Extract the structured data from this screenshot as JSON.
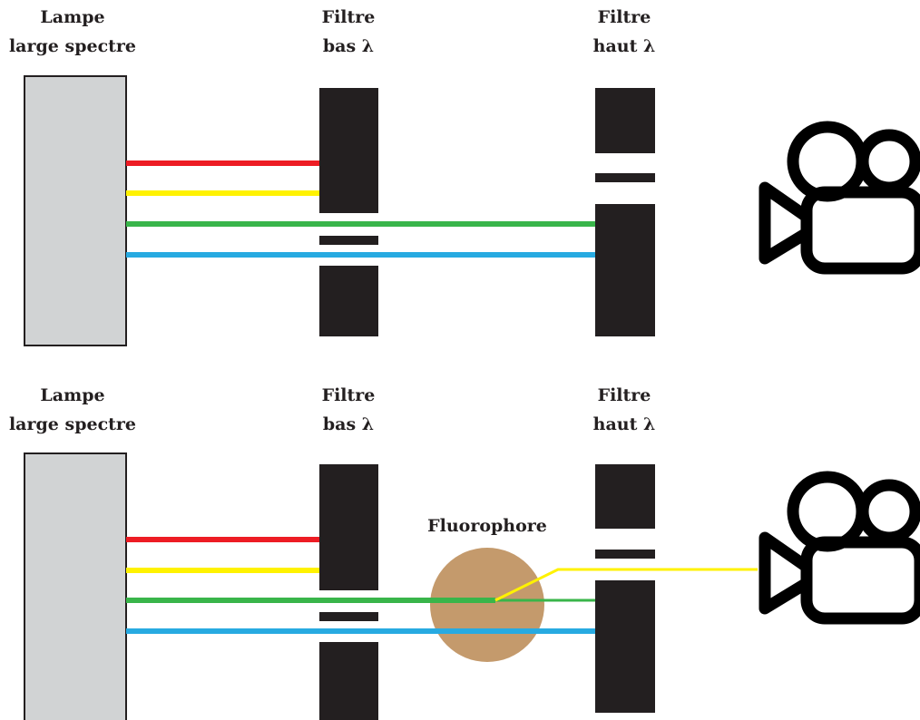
{
  "colors": {
    "background": "#ffffff",
    "ink": "#231f20",
    "lamp_fill": "#d1d3d4",
    "red_beam": "#ed1c24",
    "yellow_beam": "#fff200",
    "green_beam": "#39b54a",
    "blue_beam": "#27aae1",
    "fluorophore_fill": "#c49a6c"
  },
  "panels": [
    {
      "lamp_label": [
        "Lampe",
        "large spectre"
      ],
      "filter_low_label": [
        "Filtre",
        "bas λ"
      ],
      "filter_high_label": [
        "Filtre",
        "haut λ"
      ],
      "camera_icon": "video-camera-icon"
    },
    {
      "lamp_label": [
        "Lampe",
        "large spectre"
      ],
      "filter_low_label": [
        "Filtre",
        "bas λ"
      ],
      "filter_high_label": [
        "Filtre",
        "haut λ"
      ],
      "fluorophore_label": "Fluorophore",
      "camera_icon": "video-camera-icon"
    }
  ]
}
